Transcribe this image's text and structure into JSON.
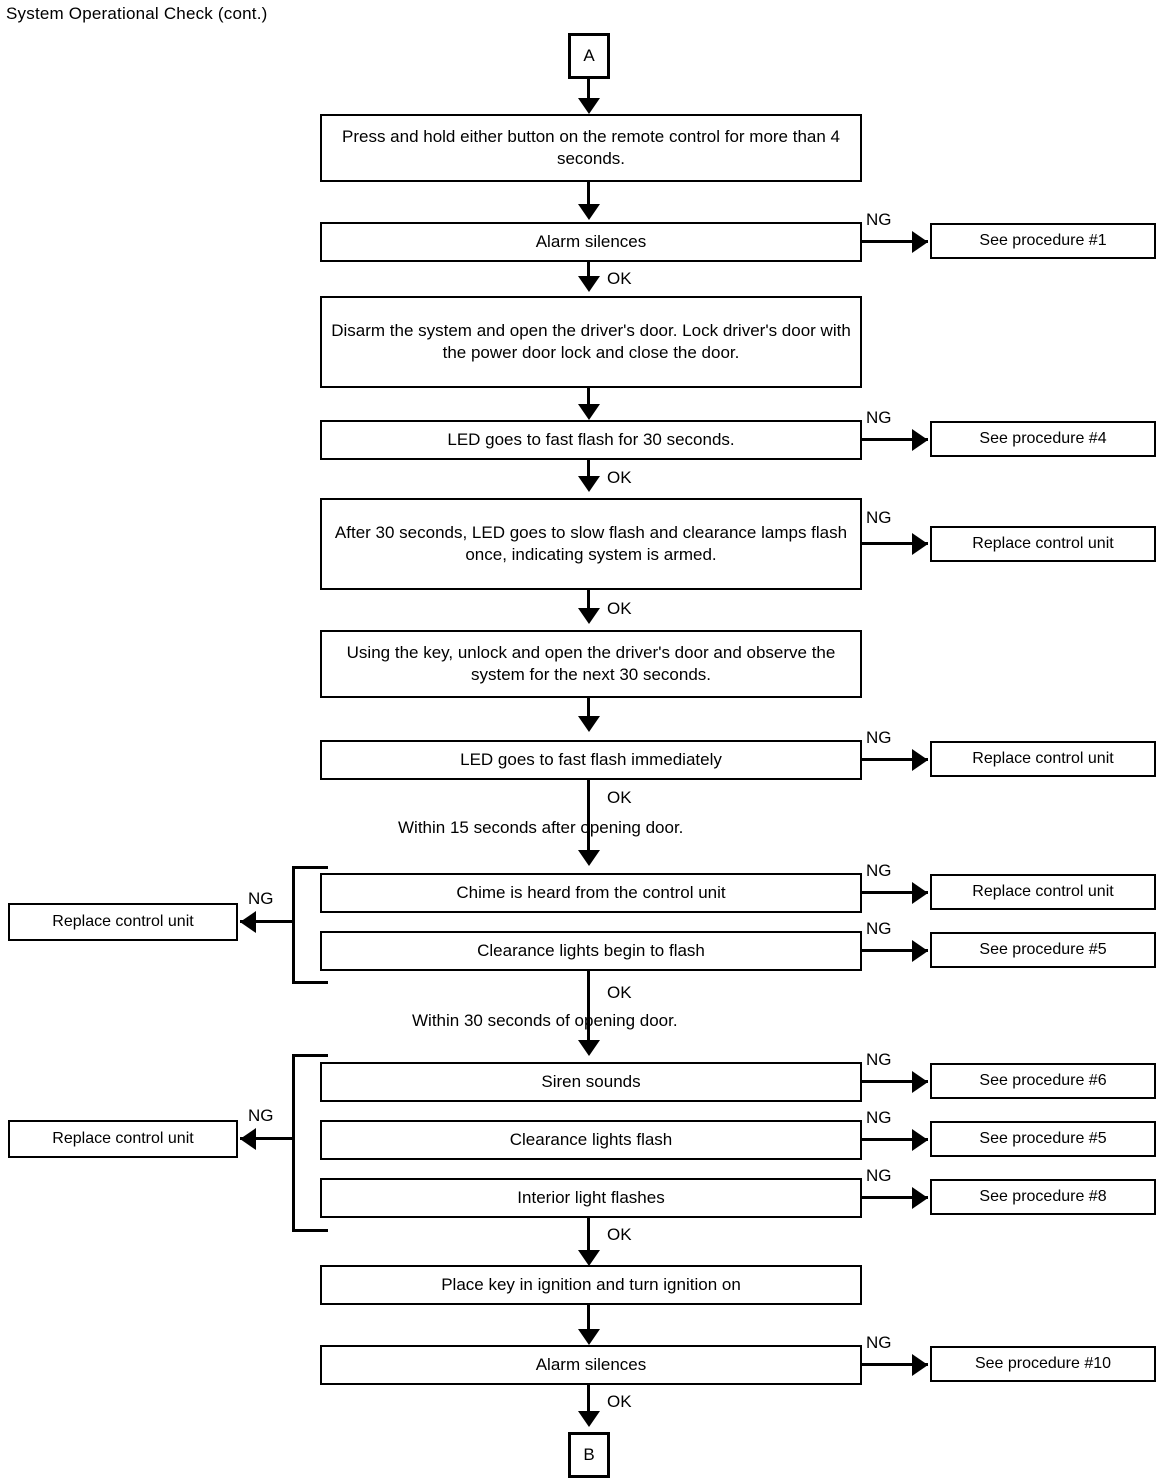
{
  "page": {
    "title": "System Operational Check (cont.)",
    "domain_type": "flowchart",
    "orientation": "top-to-bottom",
    "ink_color": "#000000",
    "background_color": "#ffffff"
  },
  "terminators": {
    "start": "A",
    "end": "B"
  },
  "edge_labels": {
    "ok": "OK",
    "ng": "NG"
  },
  "notes": [
    {
      "id": "note-15s",
      "text": "Within 15 seconds after opening door."
    },
    {
      "id": "note-30s",
      "text": "Within 30 seconds of opening door."
    }
  ],
  "steps": [
    {
      "id": "step-press-hold",
      "text": "Press and hold either button on the remote control for more than 4 seconds."
    },
    {
      "id": "step-alarm-silences-1",
      "text": "Alarm silences"
    },
    {
      "id": "step-disarm",
      "text": "Disarm the system and open the driver's door. Lock driver's door with the power door lock and close the door."
    },
    {
      "id": "step-led-fast-30",
      "text": "LED goes to fast flash for 30 seconds."
    },
    {
      "id": "step-after-30",
      "text": "After 30 seconds, LED goes to slow flash and clearance lamps flash once, indicating system is armed."
    },
    {
      "id": "step-using-key",
      "text": "Using the key, unlock and open the driver's door and observe the system for the next 30 seconds."
    },
    {
      "id": "step-led-fast-imm",
      "text": "LED goes to fast flash immediately"
    },
    {
      "id": "step-chime",
      "text": "Chime is heard from the control unit"
    },
    {
      "id": "step-clearance-begin",
      "text": "Clearance lights begin to flash"
    },
    {
      "id": "step-siren",
      "text": "Siren sounds"
    },
    {
      "id": "step-clearance-flash",
      "text": "Clearance lights flash"
    },
    {
      "id": "step-interior",
      "text": "Interior light flashes"
    },
    {
      "id": "step-place-key",
      "text": "Place key in ignition and turn ignition on"
    },
    {
      "id": "step-alarm-silences-2",
      "text": "Alarm silences"
    }
  ],
  "outcomes_right": [
    {
      "id": "out-proc-1",
      "text": "See procedure #1",
      "from": "step-alarm-silences-1"
    },
    {
      "id": "out-proc-4",
      "text": "See procedure #4",
      "from": "step-led-fast-30"
    },
    {
      "id": "out-replace-1",
      "text": "Replace control unit",
      "from": "step-after-30"
    },
    {
      "id": "out-replace-2",
      "text": "Replace control unit",
      "from": "step-led-fast-imm"
    },
    {
      "id": "out-replace-3",
      "text": "Replace control unit",
      "from": "step-chime"
    },
    {
      "id": "out-proc-5a",
      "text": "See procedure #5",
      "from": "step-clearance-begin"
    },
    {
      "id": "out-proc-6",
      "text": "See procedure #6",
      "from": "step-siren"
    },
    {
      "id": "out-proc-5b",
      "text": "See procedure #5",
      "from": "step-clearance-flash"
    },
    {
      "id": "out-proc-8",
      "text": "See procedure #8",
      "from": "step-interior"
    },
    {
      "id": "out-proc-10",
      "text": "See procedure #10",
      "from": "step-alarm-silences-2"
    }
  ],
  "outcomes_left": [
    {
      "id": "out-left-replace-1",
      "text": "Replace control unit",
      "from_group": "group-15s"
    },
    {
      "id": "out-left-replace-2",
      "text": "Replace control unit",
      "from_group": "group-30s"
    }
  ],
  "chart_data": {
    "type": "table",
    "title": "System Operational Check (cont.)",
    "nodes": [
      "A",
      "Press and hold either button on the remote control for more than 4 seconds.",
      "Alarm silences",
      "Disarm the system and open the driver's door. Lock driver's door with the power door lock and close the door.",
      "LED goes to fast flash for 30 seconds.",
      "After 30 seconds, LED goes to slow flash and clearance lamps flash once, indicating system is armed.",
      "Using the key, unlock and open the driver's door and observe the system for the next 30 seconds.",
      "LED goes to fast flash immediately",
      "Chime is heard from the control unit",
      "Clearance lights begin to flash",
      "Siren sounds",
      "Clearance lights flash",
      "Interior light flashes",
      "Place key in ignition and turn ignition on",
      "Alarm silences",
      "B"
    ]
  }
}
